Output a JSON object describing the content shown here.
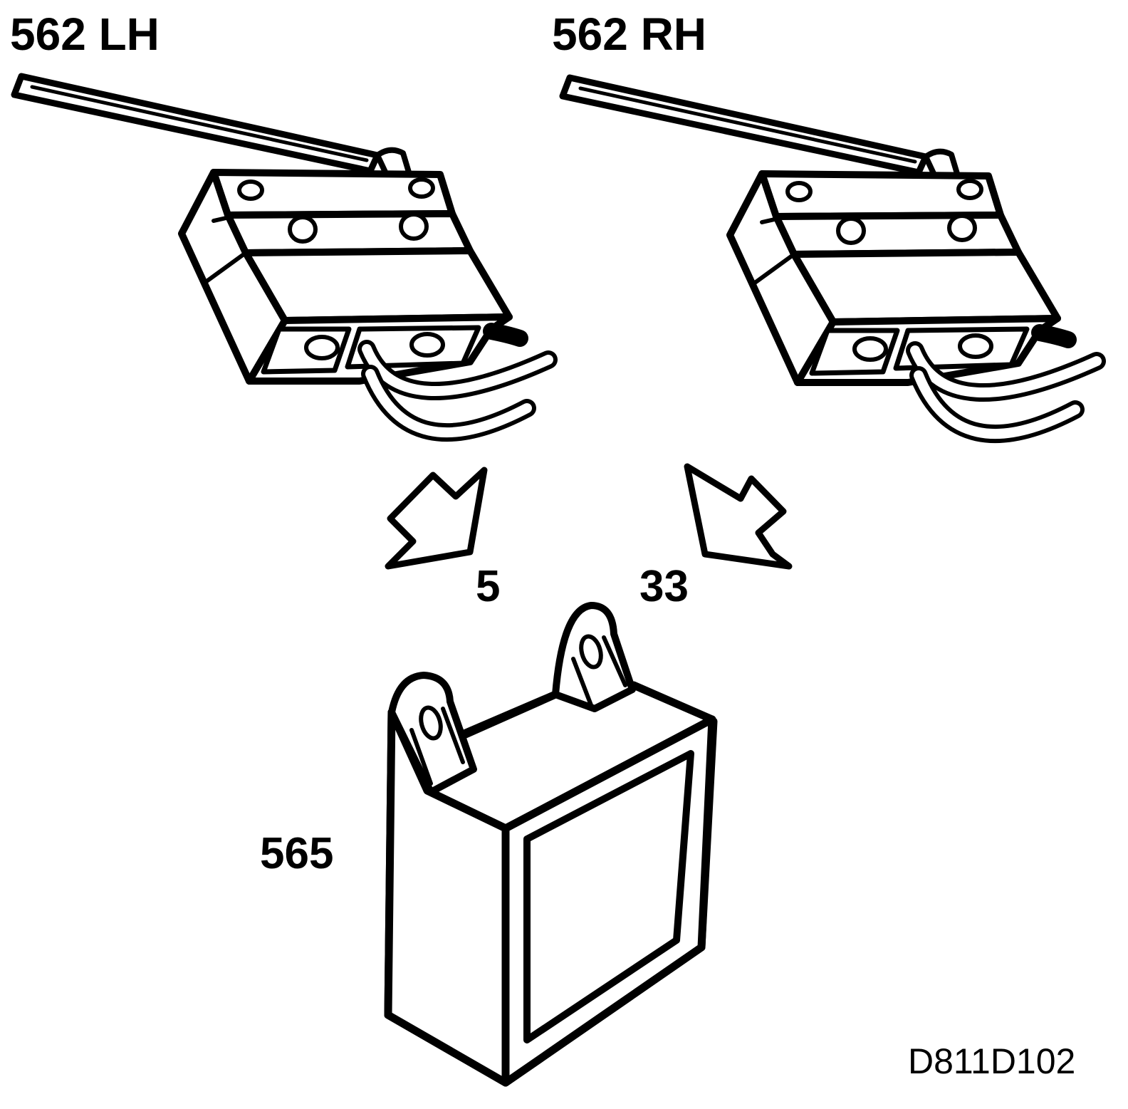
{
  "labels": {
    "switch_left": "562 LH",
    "switch_right": "562 RH",
    "arrow_left_ref": "5",
    "arrow_right_ref": "33",
    "relay_ref": "565",
    "drawing_code": "D811D102"
  },
  "colors": {
    "ink": "#000000",
    "paper": "#ffffff"
  },
  "icons": {
    "switch": "microswitch-with-lever",
    "arrow": "outlined-arrow",
    "relay": "relay-box"
  }
}
